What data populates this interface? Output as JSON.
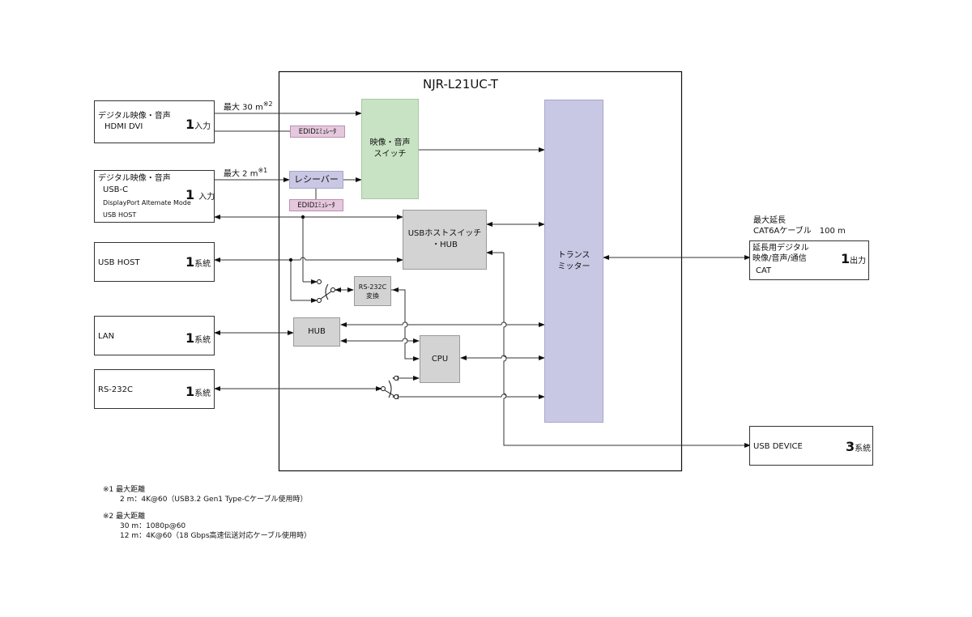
{
  "title": "NJR-L21UC-T",
  "colors": {
    "switch_green": "#c8e3c4",
    "receiver_lavender": "#c9c8e4",
    "transmitter_lavender": "#c9c8e4",
    "edid_pink": "#e6c8de",
    "block_gray": "#d3d3d3",
    "line": "#222222"
  },
  "inputs": {
    "hdmi": {
      "line1": "デジタル映像・音声",
      "line2": "HDMI  DVI",
      "count": "1",
      "unit": "入力",
      "distance": "最大 30 m",
      "note_ref": "※2"
    },
    "usbc": {
      "line1": "デジタル映像・音声",
      "line2": "USB-C",
      "line3": "DisplayPort Altemate Mode",
      "line4": "USB HOST",
      "count": "1",
      "unit": "入力",
      "distance": "最大 2 m",
      "note_ref": "※1"
    },
    "usb_host": {
      "label": "USB HOST",
      "count": "1",
      "unit": "系統"
    },
    "lan": {
      "label": "LAN",
      "count": "1",
      "unit": "系統"
    },
    "rs232c": {
      "label": "RS-232C",
      "count": "1",
      "unit": "系統"
    }
  },
  "blocks": {
    "edid1": "EDIDｴﾐｭﾚｰﾀ",
    "edid2": "EDIDｴﾐｭﾚｰﾀ",
    "receiver": "レシーバー",
    "av_switch": [
      "映像・音声",
      "スイッチ"
    ],
    "usb_switch": [
      "USBホストスイッチ",
      "・HUB"
    ],
    "rs232c_conv": [
      "RS-232C",
      "変換"
    ],
    "hub": "HUB",
    "cpu": "CPU",
    "transmitter": [
      "トランス",
      "ミッター"
    ]
  },
  "outputs": {
    "cat": {
      "header1": "最大延長",
      "header2": "CAT6Aケーブル　100 m",
      "line1": "延長用デジタル",
      "line2": "映像/音声/通信",
      "line3": "CAT",
      "count": "1",
      "unit": "出力"
    },
    "usb_device": {
      "label": "USB DEVICE",
      "count": "3",
      "unit": "系統"
    }
  },
  "footnotes": {
    "n1_title": "※1 最大距離",
    "n1_lines": [
      "2 m：4K@60（USB3.2 Gen1 Type-Cケーブル使用時）"
    ],
    "n2_title": "※2 最大距離",
    "n2_lines": [
      "30 m：1080p@60",
      "12 m：4K@60（18 Gbps高速伝送対応ケーブル使用時）"
    ]
  }
}
